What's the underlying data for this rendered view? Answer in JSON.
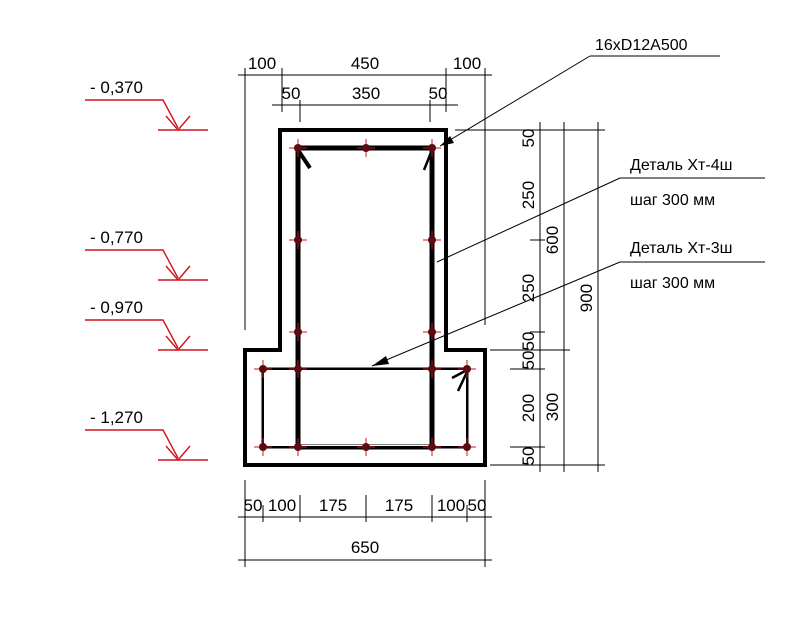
{
  "drawing": {
    "top_dims": [
      "100",
      "450",
      "100"
    ],
    "top_sub_dims": [
      "50",
      "350",
      "50"
    ],
    "right_dims": [
      "50",
      "250",
      "250",
      "50",
      "50",
      "200",
      "50"
    ],
    "right_totals": [
      "600",
      "300",
      "900"
    ],
    "bottom_dims": [
      "50",
      "100",
      "175",
      "175",
      "100",
      "50"
    ],
    "bottom_total": "650",
    "elevations": [
      "- 0,370",
      "- 0,770",
      "- 0,970",
      "- 1,270"
    ],
    "callouts": {
      "rebar": "16xD12A500",
      "detail1": "Деталь Хт-4ш",
      "detail1_step": "шаг 300 мм",
      "detail2": "Деталь Хт-3ш",
      "detail2_step": "шаг 300 мм"
    },
    "colors": {
      "elevation": "#d0141e",
      "rebar_cross": "#d0141e"
    }
  }
}
